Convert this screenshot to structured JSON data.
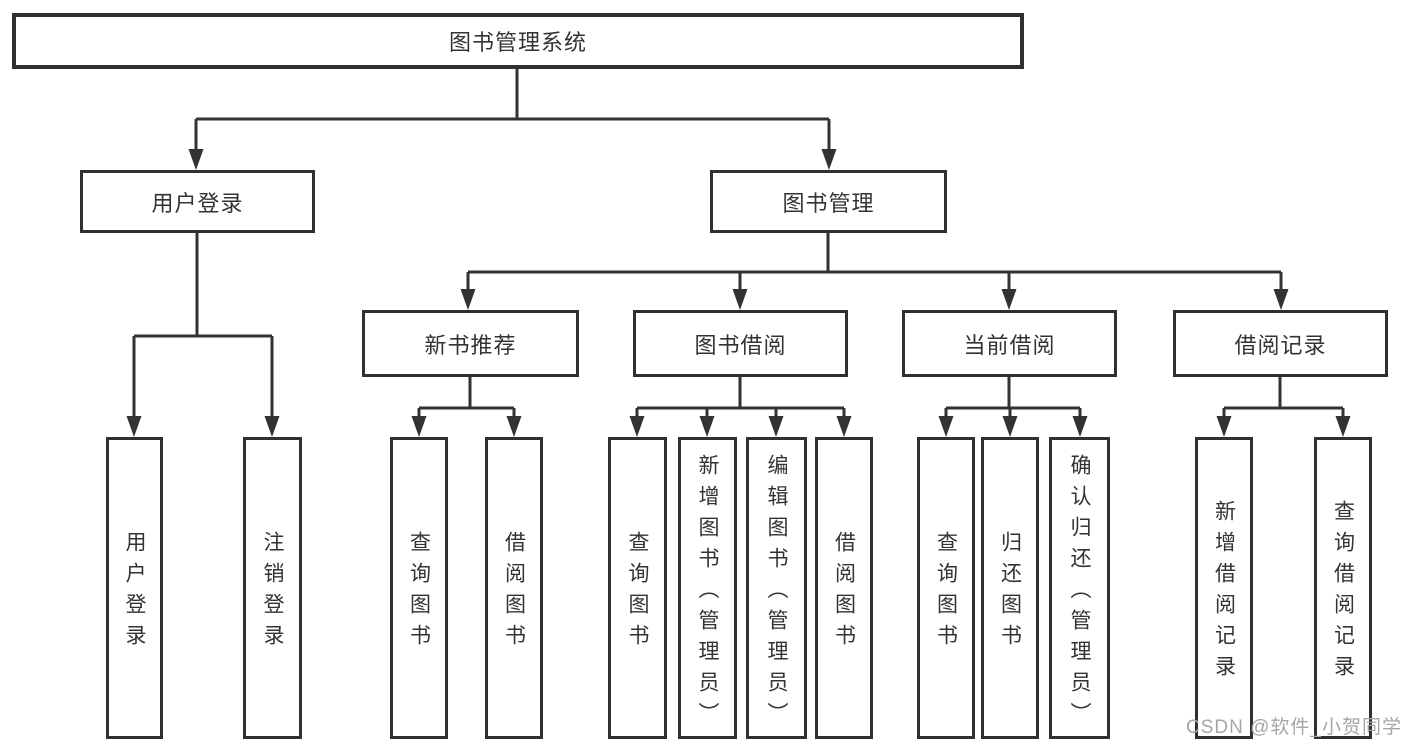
{
  "diagram": {
    "root": {
      "label": "图书管理系统"
    },
    "branches": [
      {
        "label": "用户登录",
        "children": [
          "用户登录",
          "注销登录"
        ]
      },
      {
        "label": "图书管理",
        "children": [
          {
            "label": "新书推荐",
            "children": [
              "查询图书",
              "借阅图书"
            ]
          },
          {
            "label": "图书借阅",
            "children": [
              "查询图书",
              "新增图书（管理员）",
              "编辑图书（管理员）",
              "借阅图书"
            ]
          },
          {
            "label": "当前借阅",
            "children": [
              "查询图书",
              "归还图书",
              "确认归还（管理员）"
            ]
          },
          {
            "label": "借阅记录",
            "children": [
              "新增借阅记录",
              "查询借阅记录"
            ]
          }
        ]
      }
    ],
    "colors": {
      "line": "#333333",
      "border": "#303030",
      "text": "#333333",
      "watermark": "#a6a6a6"
    },
    "watermark": "CSDN @软件_小贺同学"
  }
}
